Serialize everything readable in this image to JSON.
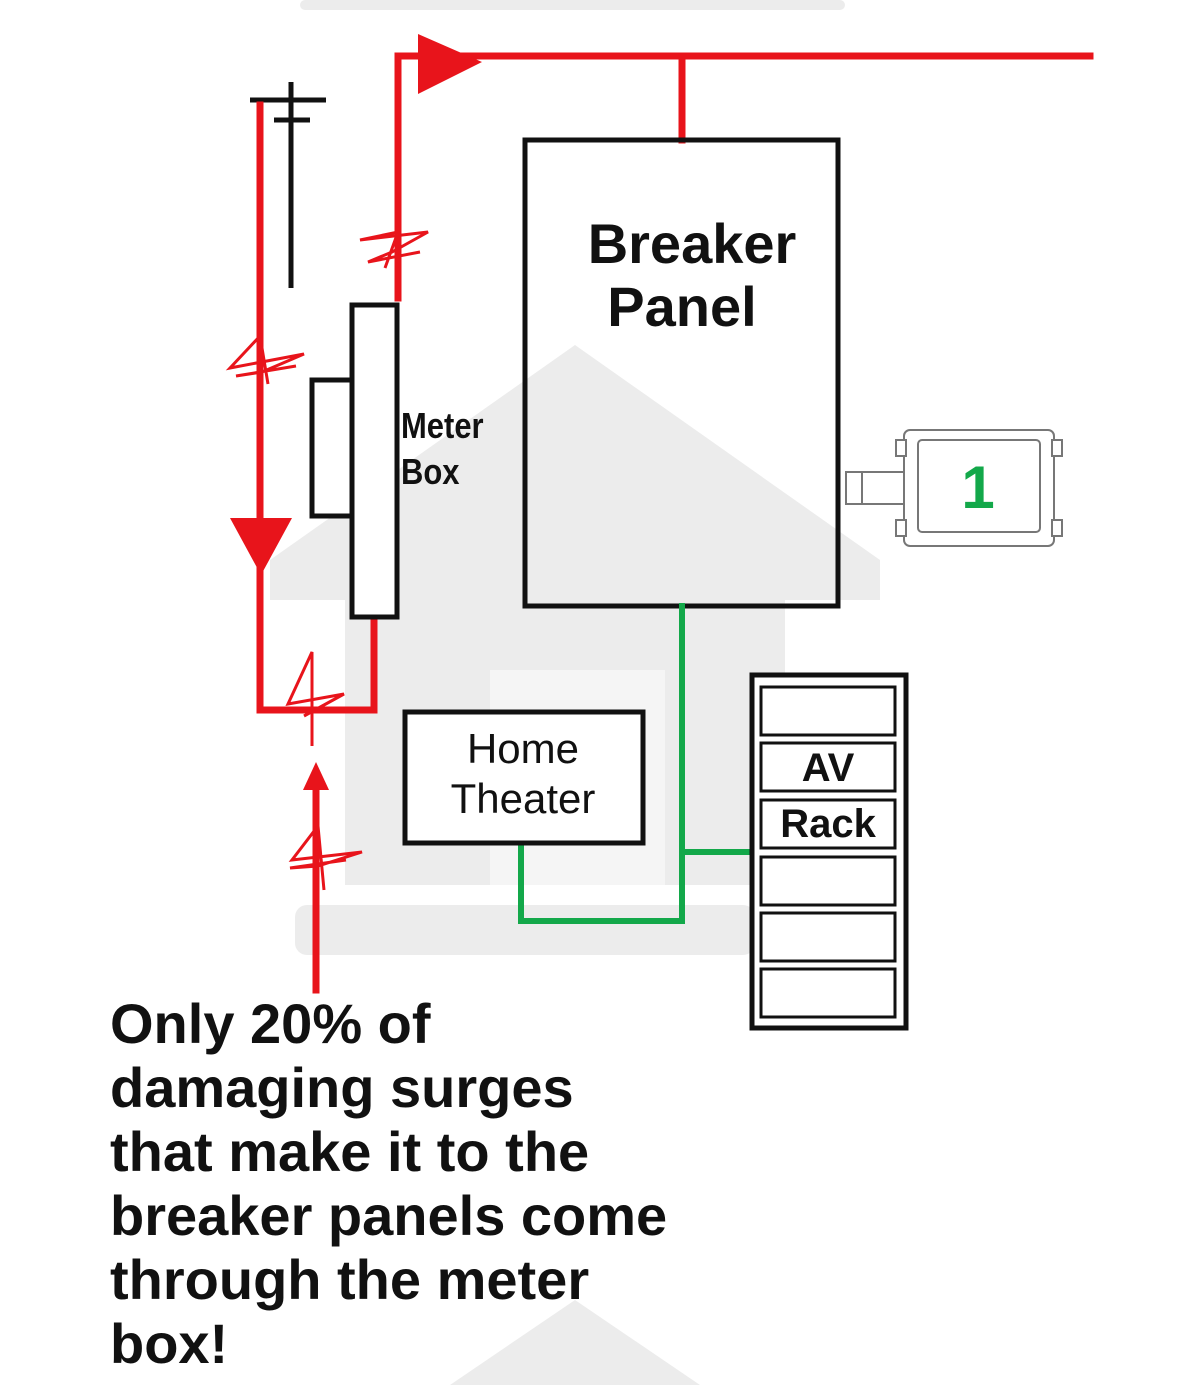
{
  "colors": {
    "surge_line": "#e8141b",
    "ground_line": "#13a84a",
    "outline": "#111111",
    "device_number": "#13a84a",
    "house_watermark": "#ececec"
  },
  "labels": {
    "breaker_panel": [
      "Breaker",
      "Panel"
    ],
    "meter_box": [
      "Meter",
      "Box"
    ],
    "home_theater": [
      "Home",
      "Theater"
    ],
    "av_rack": [
      "AV",
      "Rack"
    ],
    "surge_device_number": "1"
  },
  "caption_lines": [
    "Only 20% of",
    "damaging surges",
    "that make it to the",
    "breaker panels come",
    "through the meter",
    "box!"
  ],
  "icons": {
    "surge_symbol": "lightning-zigzag-icon",
    "flow_arrow": "red-triangle-arrow-icon",
    "utility_pole": "utility-pole-icon",
    "house": "house-watermark-icon"
  }
}
